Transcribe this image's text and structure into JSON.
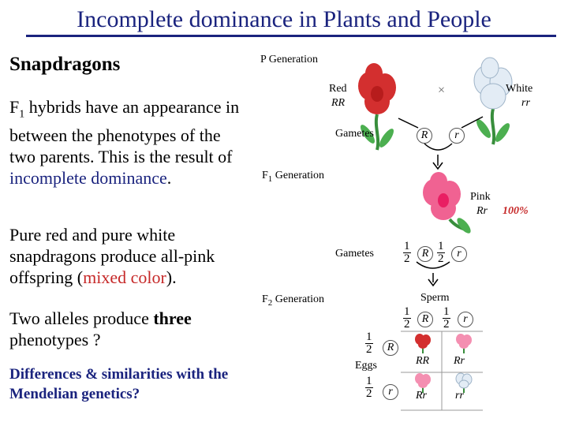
{
  "title": "Incomplete dominance in Plants and People",
  "left": {
    "heading": "Snapdragons",
    "para1": {
      "f": "F",
      "sub": "1",
      "a": " hybrids have an appearance in between the phenotypes of the two parents. This is the result of ",
      "b": "incomplete dominance",
      "c": "."
    },
    "para2": {
      "a": "Pure red and pure white snapdragons produce all-pink offspring (",
      "b": "mixed color",
      "c": ")."
    },
    "para3": {
      "a": "Two alleles produce ",
      "b": "three",
      "c": " phenotypes ?"
    },
    "para4": "Differences & similarities with the  Mendelian genetics?"
  },
  "diagram": {
    "p_gen": "P Generation",
    "red_label": "Red",
    "red_geno": "RR",
    "white_label": "White",
    "white_geno": "rr",
    "cross": "×",
    "gametes": "Gametes",
    "allele_R": "R",
    "allele_r": "r",
    "f1_gen_a": "F",
    "f1_gen_sub": "1",
    "f1_gen_b": " Generation",
    "pink_label": "Pink",
    "pink_geno": "Rr",
    "pct": "100%",
    "gametes2": "Gametes",
    "half_num": "1",
    "half_den": "2",
    "f2_gen_a": "F",
    "f2_gen_sub": "2",
    "f2_gen_b": " Generation",
    "sperm": "Sperm",
    "eggs": "Eggs",
    "grid": [
      "RR",
      "Rr",
      "Rr",
      "rr"
    ]
  },
  "colors": {
    "title": "#1a237e",
    "red_text": "#c62828",
    "red_flower": "#d32f2f",
    "pink_flower": "#f06292",
    "white_flower": "#e3ecf5",
    "leaf": "#4caf50"
  }
}
